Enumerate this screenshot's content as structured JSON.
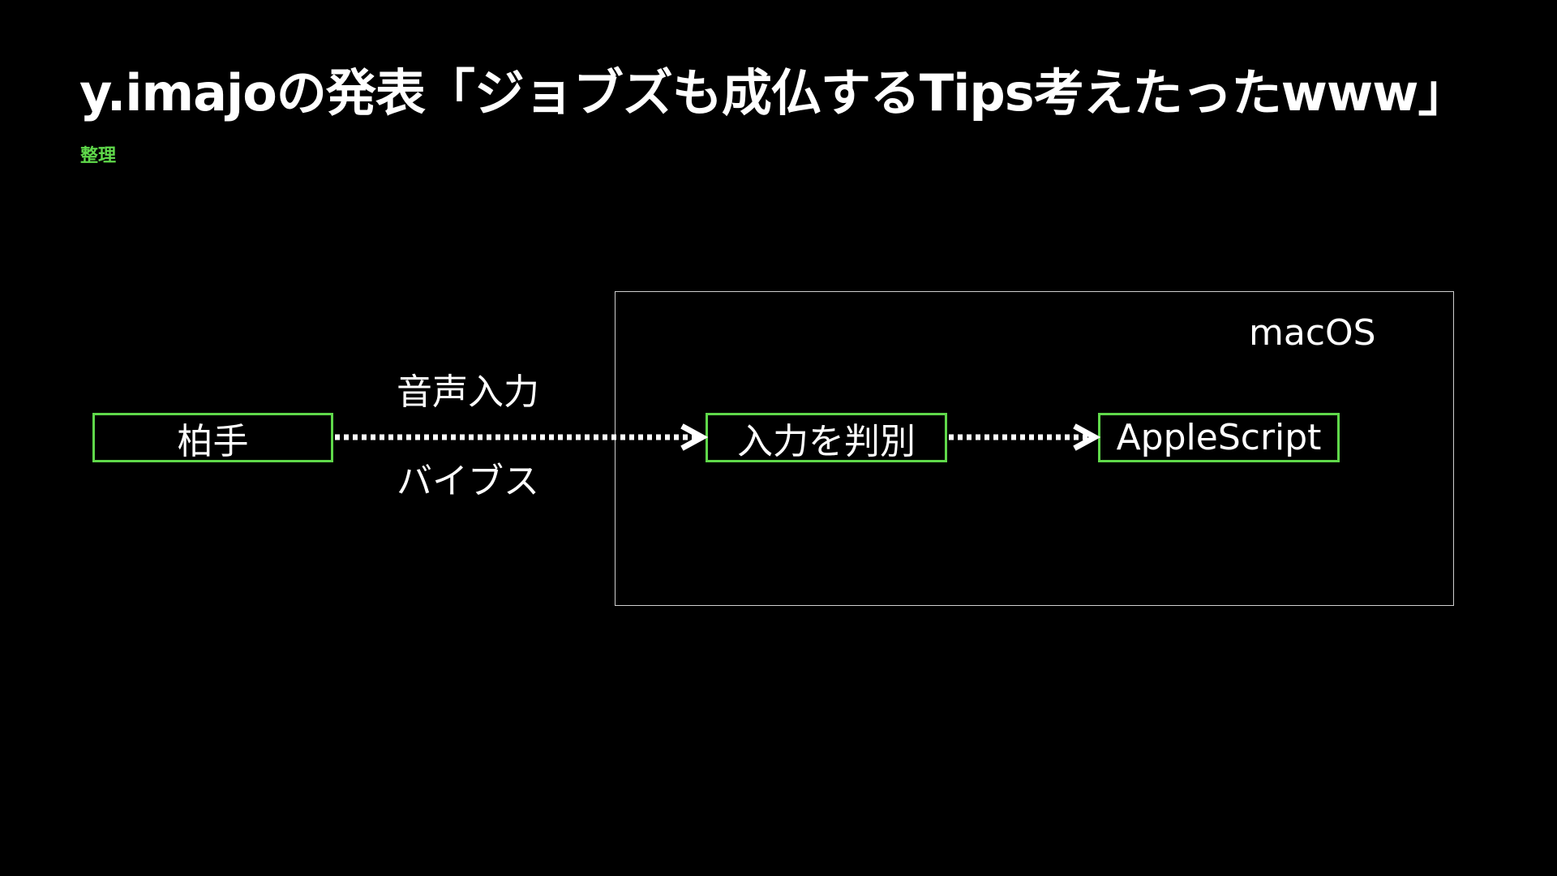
{
  "slide": {
    "title": "y.imajoの発表「ジョブズも成仏するTips考えたったwww」",
    "subtitle": "整理"
  },
  "diagram": {
    "container_label": "macOS",
    "nodes": {
      "input": "柏手",
      "judge": "入力を判別",
      "script": "AppleScript"
    },
    "edge_labels": {
      "top": "音声入力",
      "bottom": "バイブス"
    },
    "colors": {
      "accent": "#5fd84a",
      "background": "#000000",
      "text": "#ffffff",
      "frame": "#cfcfcf"
    }
  }
}
